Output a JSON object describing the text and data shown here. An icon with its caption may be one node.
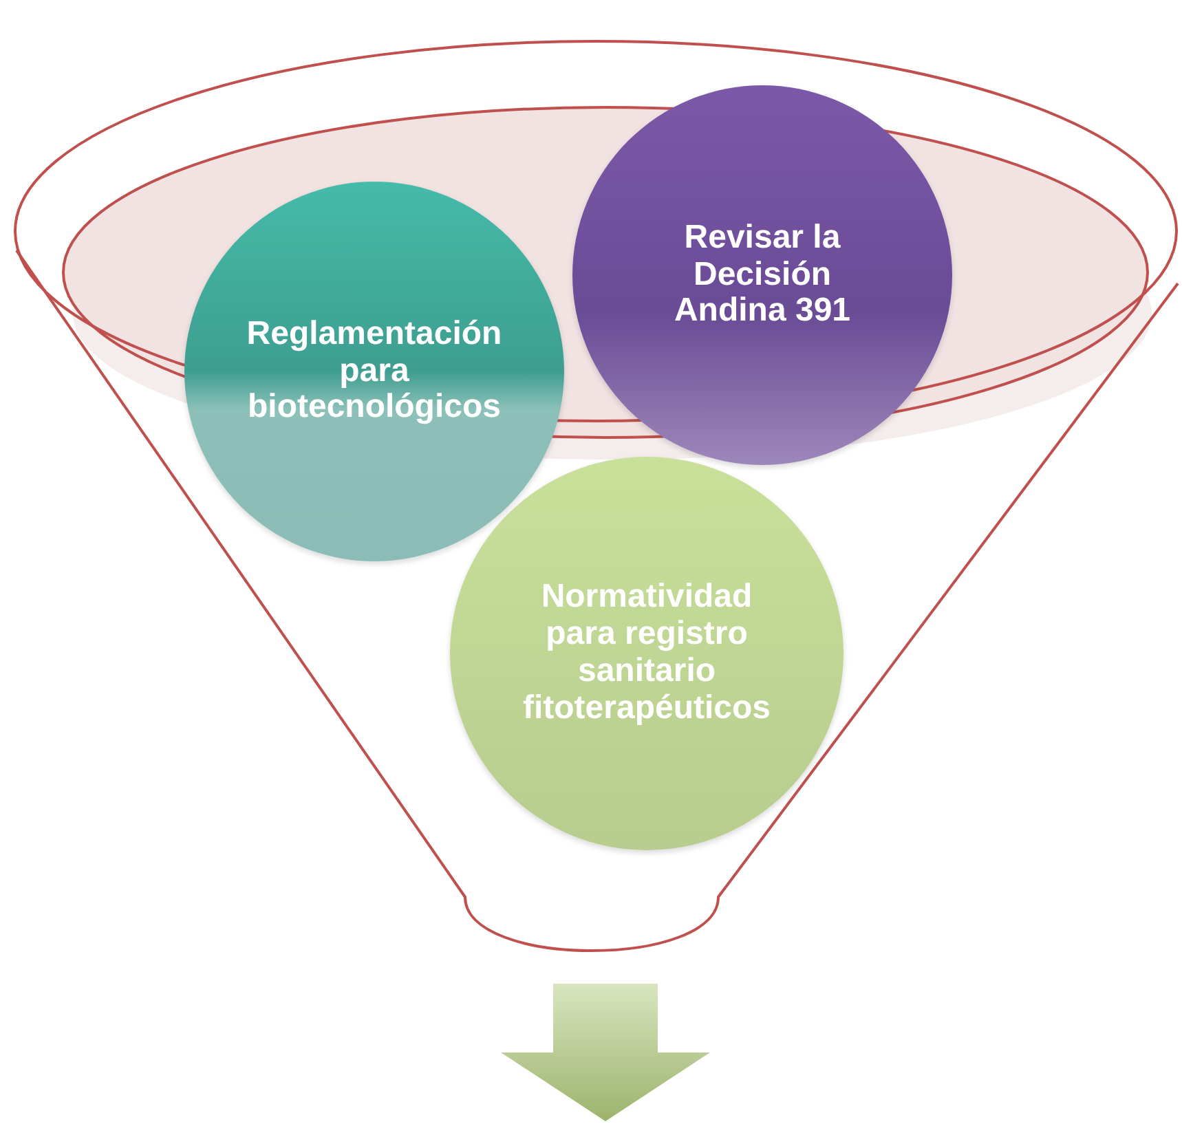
{
  "diagram": {
    "nodes": [
      {
        "text": [],
        "shape": "funnel"
      },
      {
        "text": [
          "Reglamentación para biotecnológicos"
        ],
        "in": 0
      },
      {
        "text": [
          "Revisar la Decisión Andina 391"
        ],
        "in": 0
      },
      {
        "text": [
          "Normatividad para registro sanitario fitoterapéuticos"
        ],
        "in": 0
      }
    ]
  }
}
